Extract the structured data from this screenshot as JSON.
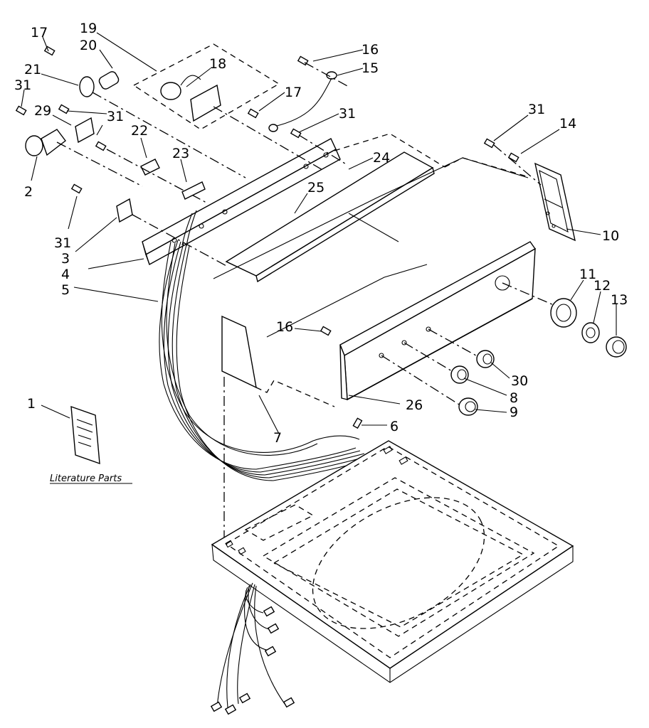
{
  "diagram": {
    "callouts": [
      {
        "id": "c17a",
        "text": "17"
      },
      {
        "id": "c19",
        "text": "19"
      },
      {
        "id": "c20",
        "text": "20"
      },
      {
        "id": "c18",
        "text": "18"
      },
      {
        "id": "c21",
        "text": "21"
      },
      {
        "id": "c31a",
        "text": "31"
      },
      {
        "id": "c29",
        "text": "29"
      },
      {
        "id": "c31b",
        "text": "31"
      },
      {
        "id": "c22",
        "text": "22"
      },
      {
        "id": "c23",
        "text": "23"
      },
      {
        "id": "c2",
        "text": "2"
      },
      {
        "id": "c16a",
        "text": "16"
      },
      {
        "id": "c15",
        "text": "15"
      },
      {
        "id": "c17b",
        "text": "17"
      },
      {
        "id": "c31c",
        "text": "31"
      },
      {
        "id": "c24",
        "text": "24"
      },
      {
        "id": "c25",
        "text": "25"
      },
      {
        "id": "c31d",
        "text": "31"
      },
      {
        "id": "c14",
        "text": "14"
      },
      {
        "id": "c10",
        "text": "10"
      },
      {
        "id": "c31e",
        "text": "31"
      },
      {
        "id": "c3",
        "text": "3"
      },
      {
        "id": "c4",
        "text": "4"
      },
      {
        "id": "c5",
        "text": "5"
      },
      {
        "id": "c11",
        "text": "11"
      },
      {
        "id": "c12",
        "text": "12"
      },
      {
        "id": "c13",
        "text": "13"
      },
      {
        "id": "c16b",
        "text": "16"
      },
      {
        "id": "c30",
        "text": "30"
      },
      {
        "id": "c8",
        "text": "8"
      },
      {
        "id": "c9",
        "text": "9"
      },
      {
        "id": "c26",
        "text": "26"
      },
      {
        "id": "c1",
        "text": "1"
      },
      {
        "id": "c6",
        "text": "6"
      },
      {
        "id": "c7",
        "text": "7"
      }
    ],
    "literature_label": "Literature Parts"
  }
}
